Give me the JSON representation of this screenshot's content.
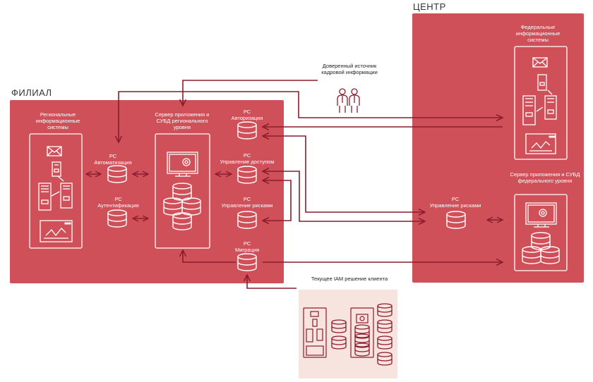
{
  "colors": {
    "panel": "#d0505a",
    "line": "#8b1c2c",
    "iam_bg": "#f7e4df",
    "icon_white": "#ffffff"
  },
  "branch": {
    "title": "ФИЛИАЛ",
    "regional_systems": "Региональные информационные системы",
    "app_server": "Сервер приложения и СУБД регионального уровня",
    "rs_automation": {
      "line1": "РС",
      "line2": "Автоматизация"
    },
    "rs_authentication": {
      "line1": "РС",
      "line2": "Аутентификация"
    },
    "rs_authorization": {
      "line1": "РС",
      "line2": "Авторизация"
    },
    "rs_access": {
      "line1": "РС",
      "line2": "Управление доступом"
    },
    "rs_risk": {
      "line1": "РС",
      "line2": "Управление рисками"
    },
    "rs_migration": {
      "line1": "РС",
      "line2": "Миграция"
    }
  },
  "center": {
    "title": "ЦЕНТР",
    "federal_systems": "Федеральные информационные системы",
    "app_server": "Сервер приложения и СУБД федерального уровня",
    "rs_risk": {
      "line1": "РС",
      "line2": "Управление рисками"
    }
  },
  "trusted_source": "Доверенный источник кадровой информации",
  "iam": "Текущее IAM решение клиента"
}
